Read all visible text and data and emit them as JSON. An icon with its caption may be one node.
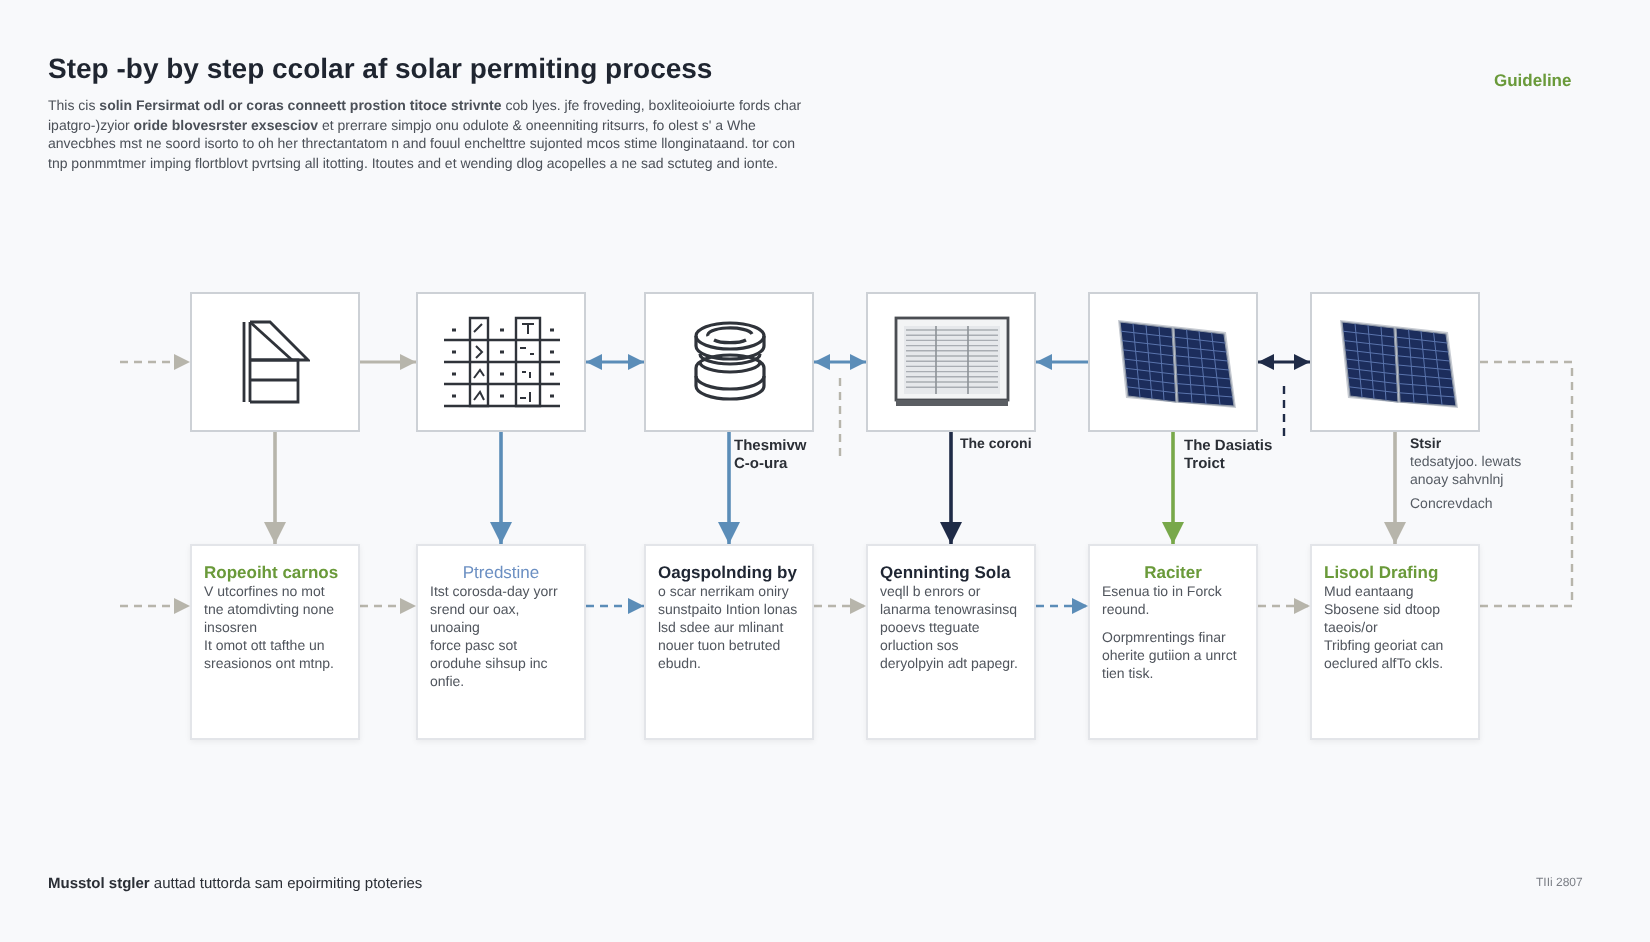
{
  "diagram": {
    "title": "Step -by by step ccolar af solar permiting process",
    "nodes": [
      {
        "text": [],
        "shape": "picture"
      },
      {
        "text": [],
        "shape": "picture"
      },
      {
        "text": [],
        "shape": "picture"
      },
      {
        "text": [],
        "shape": "picture",
        "beside": [
          "The coroni"
        ]
      },
      {
        "text": [],
        "shape": "picture"
      },
      {
        "text": [],
        "shape": "picture",
        "beside": [
          "Stsir",
          "tedsatyjoo. lewats anoay sahvnlnj",
          "Concrevdach"
        ]
      },
      {
        "text": [
          "Thesmivw C-o-ura"
        ]
      },
      {
        "text": [
          "The Dasiatis Troict"
        ]
      },
      {
        "text": [
          "Ropeoiht carnos",
          "V utcorfines no mot tne atomdivting none insosren",
          "It omot ott tafthe un sreasionos ont mtnp."
        ]
      },
      {
        "text": [
          "Ptredstine",
          "Itst corosda-day yorr srend our oax, unoaing",
          "force pasc sot oroduhe sihsup inc onfie."
        ]
      },
      {
        "text": [
          "Oagspolnding by",
          "o scar nerrikam oniry sunstpaito Intion lonas lsd sdee aur mlinant nouer tuon betruted ebudn."
        ]
      },
      {
        "text": [
          "Qenninting Sola",
          "veqll b enrors or lanarma tenowrasinsq pooevs tteguate orluction sos deryolpyin adt papegr."
        ]
      },
      {
        "text": [
          "Raciter",
          "Esenua tio in Forck reound.",
          "Oorpmrentings finar oherite gutiion a unrct tien tisk."
        ]
      },
      {
        "text": [
          "Lisool Drafing",
          "Mud eantaang Sbosene sid dtoop taeois/or",
          "Tribfing georiat can oeclured alfTo ckls."
        ]
      }
    ],
    "edges": [
      {
        "from": null,
        "to": 0,
        "arrow": "to",
        "style": "dashed"
      },
      {
        "from": 0,
        "to": 1,
        "arrow": "to"
      },
      {
        "from": 1,
        "to": 2,
        "arrow": "both",
        "color": "#5b8db8"
      },
      {
        "from": 2,
        "to": 3,
        "arrow": "both",
        "color": "#5b8db8"
      },
      {
        "from": 4,
        "to": 3,
        "arrow": "to",
        "color": "#5b8db8"
      },
      {
        "from": 4,
        "to": 5,
        "arrow": "both",
        "color": "#1f2b47"
      },
      {
        "from": 0,
        "to": 8,
        "arrow": "to"
      },
      {
        "from": 1,
        "to": 9,
        "arrow": "to",
        "color": "#5b8db8"
      },
      {
        "from": 2,
        "to": 10,
        "arrow": "to",
        "color": "#5b8db8"
      },
      {
        "from": 3,
        "to": 11,
        "arrow": "to",
        "color": "#1f2b47"
      },
      {
        "from": 4,
        "to": 12,
        "arrow": "to",
        "color": "#78a84a"
      },
      {
        "from": 5,
        "to": 13,
        "arrow": "to"
      },
      {
        "from": null,
        "to": 8,
        "arrow": "to",
        "style": "dashed"
      },
      {
        "from": 8,
        "to": 9,
        "arrow": "to",
        "style": "dashed"
      },
      {
        "from": 9,
        "to": 10,
        "arrow": "to",
        "style": "dashed",
        "color": "#5b8db8"
      },
      {
        "from": 10,
        "to": 11,
        "arrow": "to",
        "style": "dashed"
      },
      {
        "from": 11,
        "to": 12,
        "arrow": "to",
        "style": "dashed",
        "color": "#5b8db8"
      },
      {
        "from": 12,
        "to": 13,
        "arrow": "to",
        "style": "dashed"
      },
      {
        "from": 5,
        "to": 13,
        "arrow": "none",
        "style": "dashed"
      },
      {
        "from": 6,
        "to": null,
        "arrow": "none",
        "style": "dashed"
      },
      {
        "from": 7,
        "to": null,
        "arrow": "none",
        "style": "dashed",
        "color": "#1f2b47"
      }
    ],
    "labels": [
      "Guideline",
      "This cis **solin Fersirmat odl or coras conneett prostion titoce strivnte** cob lyes. jfe froveding, boxliteoioiurte fords char ipatgro-)zyior **oride blovesrster exsesciov** et prerrare simpjo onu odulote & oneenniting ritsurrs, fo olest s' a Whe anvecbhes mst ne soord isorto to oh her threctantatom n and fouul enchelttre sujonted mcos stime llonginataand. tor con tnp ponmmtmer imping flortblovt pvrtsing all itotting. Itoutes and et wending dlog acopelles a ne sad sctuteg and ionte.",
      "**Musstol stgler** auttad tuttorda sam epoirmiting ptoteries",
      "TIIi 2807"
    ]
  }
}
